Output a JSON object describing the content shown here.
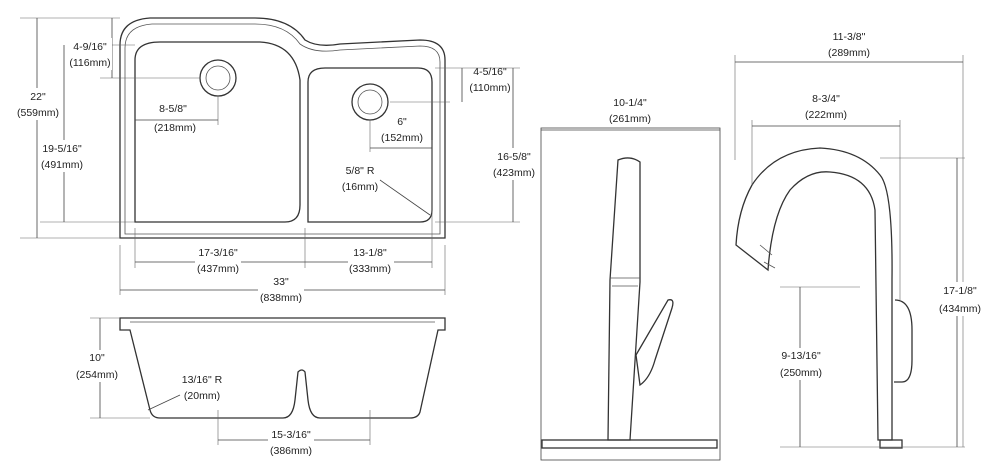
{
  "dimensions": {
    "sink_depth_total": {
      "in": "22\"",
      "mm": "(559mm)"
    },
    "drain_left_from_top": {
      "in": "4-9/16\"",
      "mm": "(116mm)"
    },
    "bowl_left_depth": {
      "in": "19-5/16\"",
      "mm": "(491mm)"
    },
    "drain_left_from_side": {
      "in": "8-5/8\"",
      "mm": "(218mm)"
    },
    "drain_right_from_top": {
      "in": "4-5/16\"",
      "mm": "(110mm)"
    },
    "drain_right_from_side": {
      "in": "6\"",
      "mm": "(152mm)"
    },
    "bowl_right_depth": {
      "in": "16-5/8\"",
      "mm": "(423mm)"
    },
    "corner_radius": {
      "in": "5/8\" R",
      "mm": "(16mm)"
    },
    "bowl_left_width": {
      "in": "17-3/16\"",
      "mm": "(437mm)"
    },
    "bowl_right_width": {
      "in": "13-1/8\"",
      "mm": "(333mm)"
    },
    "sink_width_total": {
      "in": "33\"",
      "mm": "(838mm)"
    },
    "bowl_height": {
      "in": "10\"",
      "mm": "(254mm)"
    },
    "bottom_radius": {
      "in": "13/16\" R",
      "mm": "(20mm)"
    },
    "drain_spacing": {
      "in": "15-3/16\"",
      "mm": "(386mm)"
    },
    "faucet_front_width": {
      "in": "10-1/4\"",
      "mm": "(261mm)"
    },
    "faucet_side_depth": {
      "in": "11-3/8\"",
      "mm": "(289mm)"
    },
    "faucet_reach": {
      "in": "8-3/4\"",
      "mm": "(222mm)"
    },
    "faucet_height": {
      "in": "17-1/8\"",
      "mm": "(434mm)"
    },
    "faucet_spout_height": {
      "in": "9-13/16\"",
      "mm": "(250mm)"
    }
  }
}
